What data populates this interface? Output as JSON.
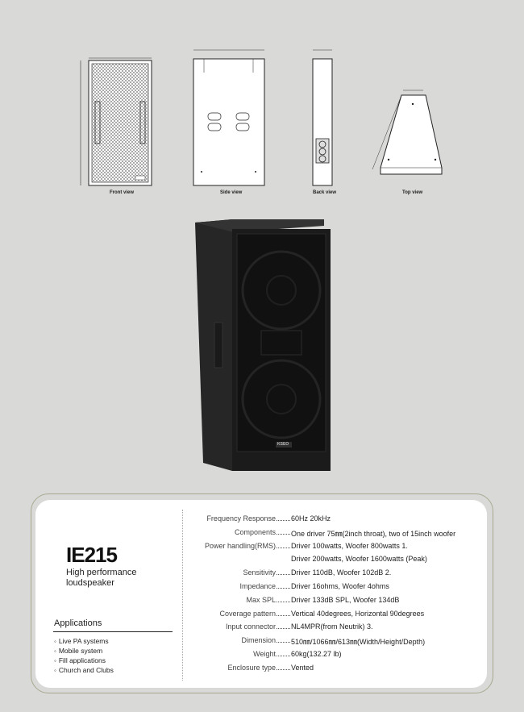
{
  "views": {
    "front": "Front view",
    "side": "Side view",
    "back": "Back view",
    "top": "Top view"
  },
  "product": {
    "model": "IE215",
    "subtitle": "High performance loudspeaker",
    "badge": "KSEO"
  },
  "applications": {
    "heading": "Applications",
    "items": [
      "Live PA systems",
      "Mobile system",
      "Fill applications",
      "Church and Clubs"
    ]
  },
  "specs": [
    {
      "label": "Frequency Response",
      "value": "60Hz  20kHz"
    },
    {
      "label": "Components",
      "value": "One driver  75㎜(2inch throat), two of 15inch woofer"
    },
    {
      "label": "Power handling(RMS)",
      "value": "Driver  100watts, Woofer  800watts 1."
    },
    {
      "label": "",
      "value": "Driver  200watts, Woofer  1600watts (Peak)"
    },
    {
      "label": "Sensitivity",
      "value": "Driver  110dB, Woofer  102dB 2."
    },
    {
      "label": "Impedance",
      "value": "Driver  16ohms, Woofer  4ohms"
    },
    {
      "label": "Max SPL",
      "value": "Driver  133dB SPL, Woofer  134dB"
    },
    {
      "label": "Coverage pattern",
      "value": "Vertical  40degrees, Horizontal  90degrees"
    },
    {
      "label": "Input connector",
      "value": "NL4MPR(from Neutrik) 3."
    },
    {
      "label": "Dimension",
      "value": "510㎜/1066㎜/613㎜(Width/Height/Depth)"
    },
    {
      "label": "Weight",
      "value": "60kg(132.27 lb)"
    },
    {
      "label": "Enclosure type",
      "value": "Vented"
    }
  ],
  "colors": {
    "background": "#d9dad7",
    "card": "#ffffff",
    "card_border": "#a8a891",
    "cabinet": "#1b1b1b"
  }
}
